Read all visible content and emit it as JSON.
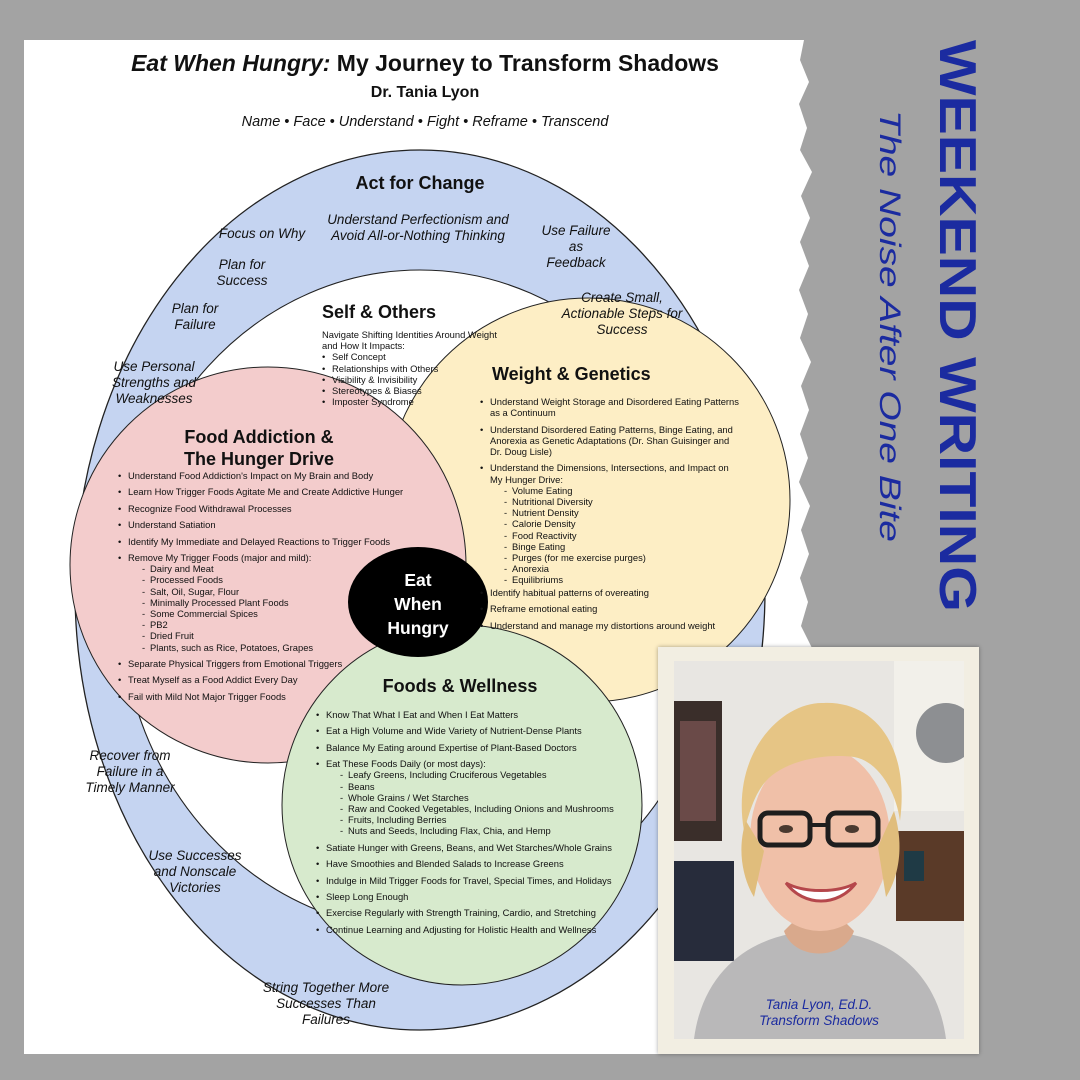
{
  "document": {
    "title_italic": "Eat When Hungry:",
    "title_rest": "My Journey to Transform Shadows",
    "author": "Dr. Tania Lyon",
    "steps": "Name • Face • Understand • Fight • Reframe • Transcend"
  },
  "outer_ring": {
    "title": "Act for Change",
    "items": [
      "Understand Perfectionism and Avoid All-or-Nothing Thinking",
      "Focus on Why",
      "Use Failure as Feedback",
      "Plan for Success",
      "Create Small, Actionable Steps for Success",
      "Plan for Failure",
      "Use Personal Strengths and Weaknesses",
      "Recover from Failure in a Timely Manner",
      "Use Successes and Nonscale Victories",
      "String Together More Successes Than Failures"
    ]
  },
  "self_others": {
    "title": "Self & Others",
    "intro": "Navigate Shifting Identities Around Weight and How It Impacts:",
    "items": [
      "Self Concept",
      "Relationships with Others",
      "Visibility & Invisibility",
      "Stereotypes & Biases",
      "Imposter Syndrome"
    ]
  },
  "weight_genetics": {
    "title": "Weight & Genetics",
    "items": [
      "Understand Weight Storage and Disordered Eating Patterns as a Continuum",
      "Understand Disordered Eating Patterns, Binge Eating, and Anorexia as Genetic Adaptations (Dr. Shan Guisinger and Dr. Doug Lisle)",
      "Understand the Dimensions, Intersections, and Impact on My Hunger Drive:"
    ],
    "sub_items": [
      "Volume Eating",
      "Nutritional Diversity",
      "Nutrient Density",
      "Calorie Density",
      "Food Reactivity",
      "Binge Eating",
      "Purges (for me exercise purges)",
      "Anorexia",
      "Equilibriums"
    ],
    "items_after": [
      "Identify habitual patterns of overeating",
      "Reframe emotional eating",
      "Understand and manage my distortions around weight"
    ]
  },
  "food_addiction": {
    "title_line1": "Food Addiction &",
    "title_line2": "The Hunger Drive",
    "items": [
      "Understand Food Addiction's Impact on My Brain and Body",
      "Learn How Trigger Foods Agitate Me and Create Addictive Hunger",
      "Recognize Food Withdrawal Processes",
      "Understand Satiation",
      "Identify My Immediate and Delayed Reactions to Trigger Foods",
      "Remove My Trigger Foods (major and mild):"
    ],
    "sub_items": [
      "Dairy and Meat",
      "Processed Foods",
      "Salt, Oil, Sugar, Flour",
      "Minimally Processed Plant Foods",
      "Some Commercial Spices",
      "PB2",
      "Dried Fruit",
      "Plants, such as Rice, Potatoes, Grapes"
    ],
    "items_after": [
      "Separate Physical Triggers from Emotional Triggers",
      "Treat Myself as a Food Addict Every Day",
      "Fail with Mild Not Major Trigger Foods"
    ]
  },
  "foods_wellness": {
    "title": "Foods & Wellness",
    "items": [
      "Know That What I Eat and When I Eat Matters",
      "Eat a High Volume and Wide Variety of Nutrient-Dense Plants",
      "Balance My Eating around Expertise of Plant-Based Doctors",
      "Eat These Foods Daily (or most days):"
    ],
    "sub_items": [
      "Leafy Greens, Including Cruciferous Vegetables",
      "Beans",
      "Whole Grains / Wet Starches",
      "Raw and Cooked Vegetables, Including Onions and Mushrooms",
      "Fruits, Including Berries",
      "Nuts and Seeds, Including Flax, Chia, and Hemp"
    ],
    "items_after": [
      "Satiate Hunger with Greens, Beans, and Wet Starches/Whole Grains",
      "Have Smoothies and Blended Salads to Increase Greens",
      "Indulge in Mild Trigger Foods for Travel, Special Times, and Holidays",
      "Sleep Long Enough",
      "Exercise Regularly with Strength Training, Cardio, and Stretching",
      "Continue Learning and Adjusting for Holistic Health and Wellness"
    ]
  },
  "center": {
    "line1": "Eat",
    "line2": "When",
    "line3": "Hungry"
  },
  "brand": {
    "title": "WEEKEND WRITING",
    "subtitle": "The Noise After One Bite"
  },
  "photo": {
    "caption_line1": "Tania Lyon, Ed.D.",
    "caption_line2": "Transform Shadows"
  },
  "colors": {
    "background": "#a3a3a3",
    "outer_ring": "#c5d4f1",
    "food_addiction": "#f3cccc",
    "weight_genetics": "#fdeec5",
    "foods_wellness": "#d7eacd",
    "center": "#000000",
    "brand_blue": "#1b2ba0"
  }
}
